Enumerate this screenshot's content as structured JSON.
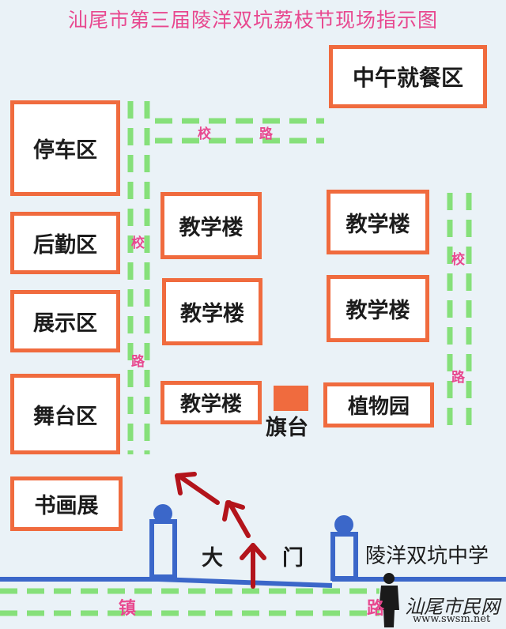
{
  "title": "汕尾市第三届陵洋双坑荔枝节现场指示图",
  "zones": {
    "lunch": "中午就餐区",
    "parking": "停车区",
    "logistics": "后勤区",
    "exhibit": "展示区",
    "stage": "舞台区",
    "calligraphy": "书画展",
    "teach1": "教学楼",
    "teach2": "教学楼",
    "teach3": "教学楼",
    "teach4": "教学楼",
    "teach5": "教学楼",
    "garden": "植物园"
  },
  "labels": {
    "flag": "旗台",
    "gate_left": "大",
    "gate_right": "门",
    "school": "陵洋双坑中学"
  },
  "roads": {
    "top_1": "校",
    "top_2": "路",
    "left_1": "校",
    "left_2": "路",
    "right_1": "校",
    "right_2": "路",
    "town_1": "镇",
    "town_2": "路"
  },
  "watermark": {
    "name": "汕尾市民网",
    "url": "www.swsm.net"
  },
  "colors": {
    "zone_border": "#f06b3e",
    "road_dash": "#86e07a",
    "road_text": "#e8488f",
    "gate_blue": "#3b67c9",
    "arrow": "#b3141b",
    "flag": "#f06b3e"
  },
  "icons": [
    "gate-pillar-left",
    "gate-pillar-right",
    "arrow-1",
    "arrow-2",
    "arrow-3",
    "person-silhouette-icon"
  ]
}
